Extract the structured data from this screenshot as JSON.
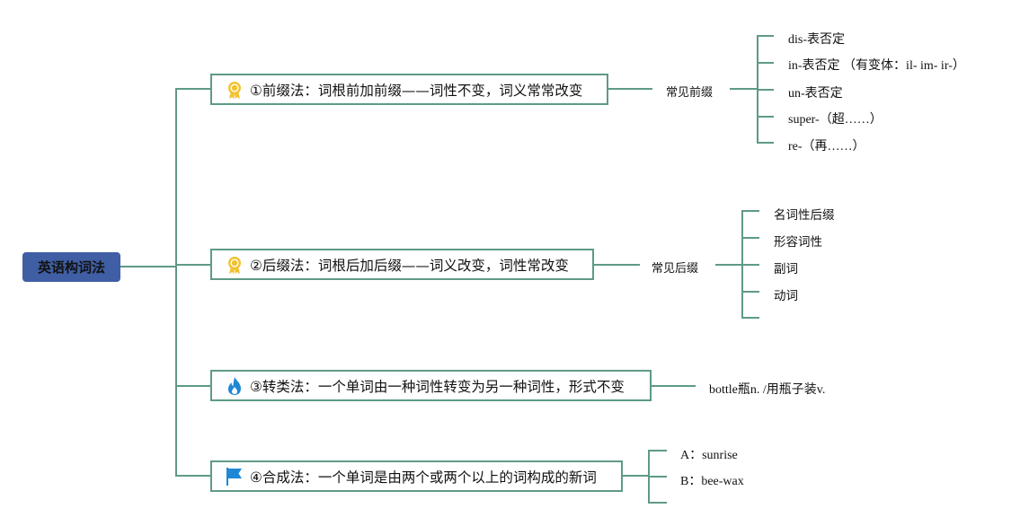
{
  "root": {
    "label": "英语构词法"
  },
  "branches": [
    {
      "title": "①前缀法：词根前加前缀——词性不变，词义常常改变",
      "icon": "award-ribbon-icon",
      "sub_label": "常见前缀",
      "leaves": [
        "dis-表否定",
        "in-表否定 （有变体：il- im- ir-）",
        "un-表否定",
        "super-（超……）",
        "re-（再……）"
      ]
    },
    {
      "title": "②后缀法：词根后加后缀——词义改变，词性常改变",
      "icon": "award-ribbon-icon",
      "sub_label": "常见后缀",
      "leaves": [
        "名词性后缀",
        "形容词性",
        "副词",
        "动词",
        ""
      ]
    },
    {
      "title": "③转类法：一个单词由一种词性转变为另一种词性，形式不变",
      "icon": "flame-icon",
      "leaves": [
        "bottle瓶n. /用瓶子装v."
      ]
    },
    {
      "title": "④合成法：一个单词是由两个或两个以上的词构成的新词",
      "icon": "flag-icon",
      "leaves": [
        "A：sunrise",
        "B：bee-wax",
        ""
      ]
    }
  ],
  "colors": {
    "line": "#5e9a87",
    "root_fill": "#3f5ea4",
    "award": "#f2c12e",
    "flame": "#1e88d6",
    "flag": "#1e88d6"
  }
}
